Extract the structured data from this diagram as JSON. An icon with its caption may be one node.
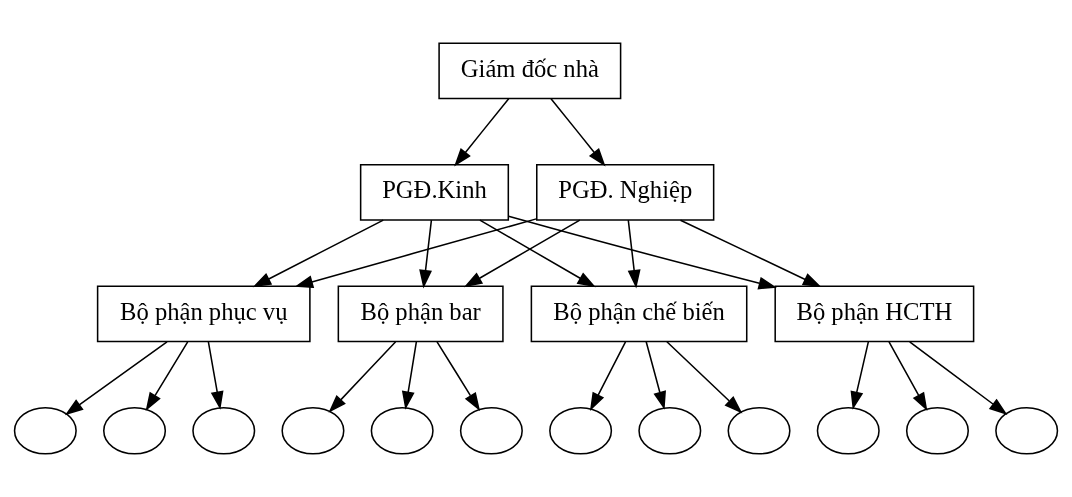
{
  "diagram": {
    "nodes": [
      {
        "text": [
          "Giám đốc nhà"
        ]
      },
      {
        "text": [
          "PGĐ.Kinh"
        ]
      },
      {
        "text": [
          "PGĐ. Nghiệp"
        ]
      },
      {
        "text": [
          "Bộ phận phục vụ"
        ]
      },
      {
        "text": [
          "Bộ phận bar"
        ]
      },
      {
        "text": [
          "Bộ phận chế biến"
        ]
      },
      {
        "text": [
          "Bộ phận HCTH"
        ]
      },
      {
        "text": [],
        "shape": "circle"
      },
      {
        "text": [],
        "shape": "circle"
      },
      {
        "text": [],
        "shape": "circle"
      },
      {
        "text": [],
        "shape": "circle"
      },
      {
        "text": [],
        "shape": "circle"
      },
      {
        "text": [],
        "shape": "circle"
      },
      {
        "text": [],
        "shape": "circle"
      },
      {
        "text": [],
        "shape": "circle"
      },
      {
        "text": [],
        "shape": "circle"
      },
      {
        "text": [],
        "shape": "circle"
      },
      {
        "text": [],
        "shape": "circle"
      },
      {
        "text": [],
        "shape": "circle"
      }
    ],
    "edges": [
      {
        "from": 0,
        "to": 1,
        "arrow": "to"
      },
      {
        "from": 0,
        "to": 2,
        "arrow": "to"
      },
      {
        "from": 1,
        "to": 3,
        "arrow": "to"
      },
      {
        "from": 1,
        "to": 4,
        "arrow": "to"
      },
      {
        "from": 1,
        "to": 5,
        "arrow": "to"
      },
      {
        "from": 1,
        "to": 6,
        "arrow": "to"
      },
      {
        "from": 2,
        "to": 3,
        "arrow": "to"
      },
      {
        "from": 2,
        "to": 4,
        "arrow": "to"
      },
      {
        "from": 2,
        "to": 5,
        "arrow": "to"
      },
      {
        "from": 2,
        "to": 6,
        "arrow": "to"
      },
      {
        "from": 3,
        "to": 7,
        "arrow": "to"
      },
      {
        "from": 3,
        "to": 8,
        "arrow": "to"
      },
      {
        "from": 3,
        "to": 9,
        "arrow": "to"
      },
      {
        "from": 4,
        "to": 10,
        "arrow": "to"
      },
      {
        "from": 4,
        "to": 11,
        "arrow": "to"
      },
      {
        "from": 4,
        "to": 12,
        "arrow": "to"
      },
      {
        "from": 5,
        "to": 13,
        "arrow": "to"
      },
      {
        "from": 5,
        "to": 14,
        "arrow": "to"
      },
      {
        "from": 5,
        "to": 15,
        "arrow": "to"
      },
      {
        "from": 6,
        "to": 16,
        "arrow": "to"
      },
      {
        "from": 6,
        "to": 17,
        "arrow": "to"
      },
      {
        "from": 6,
        "to": 18,
        "arrow": "to"
      }
    ]
  }
}
